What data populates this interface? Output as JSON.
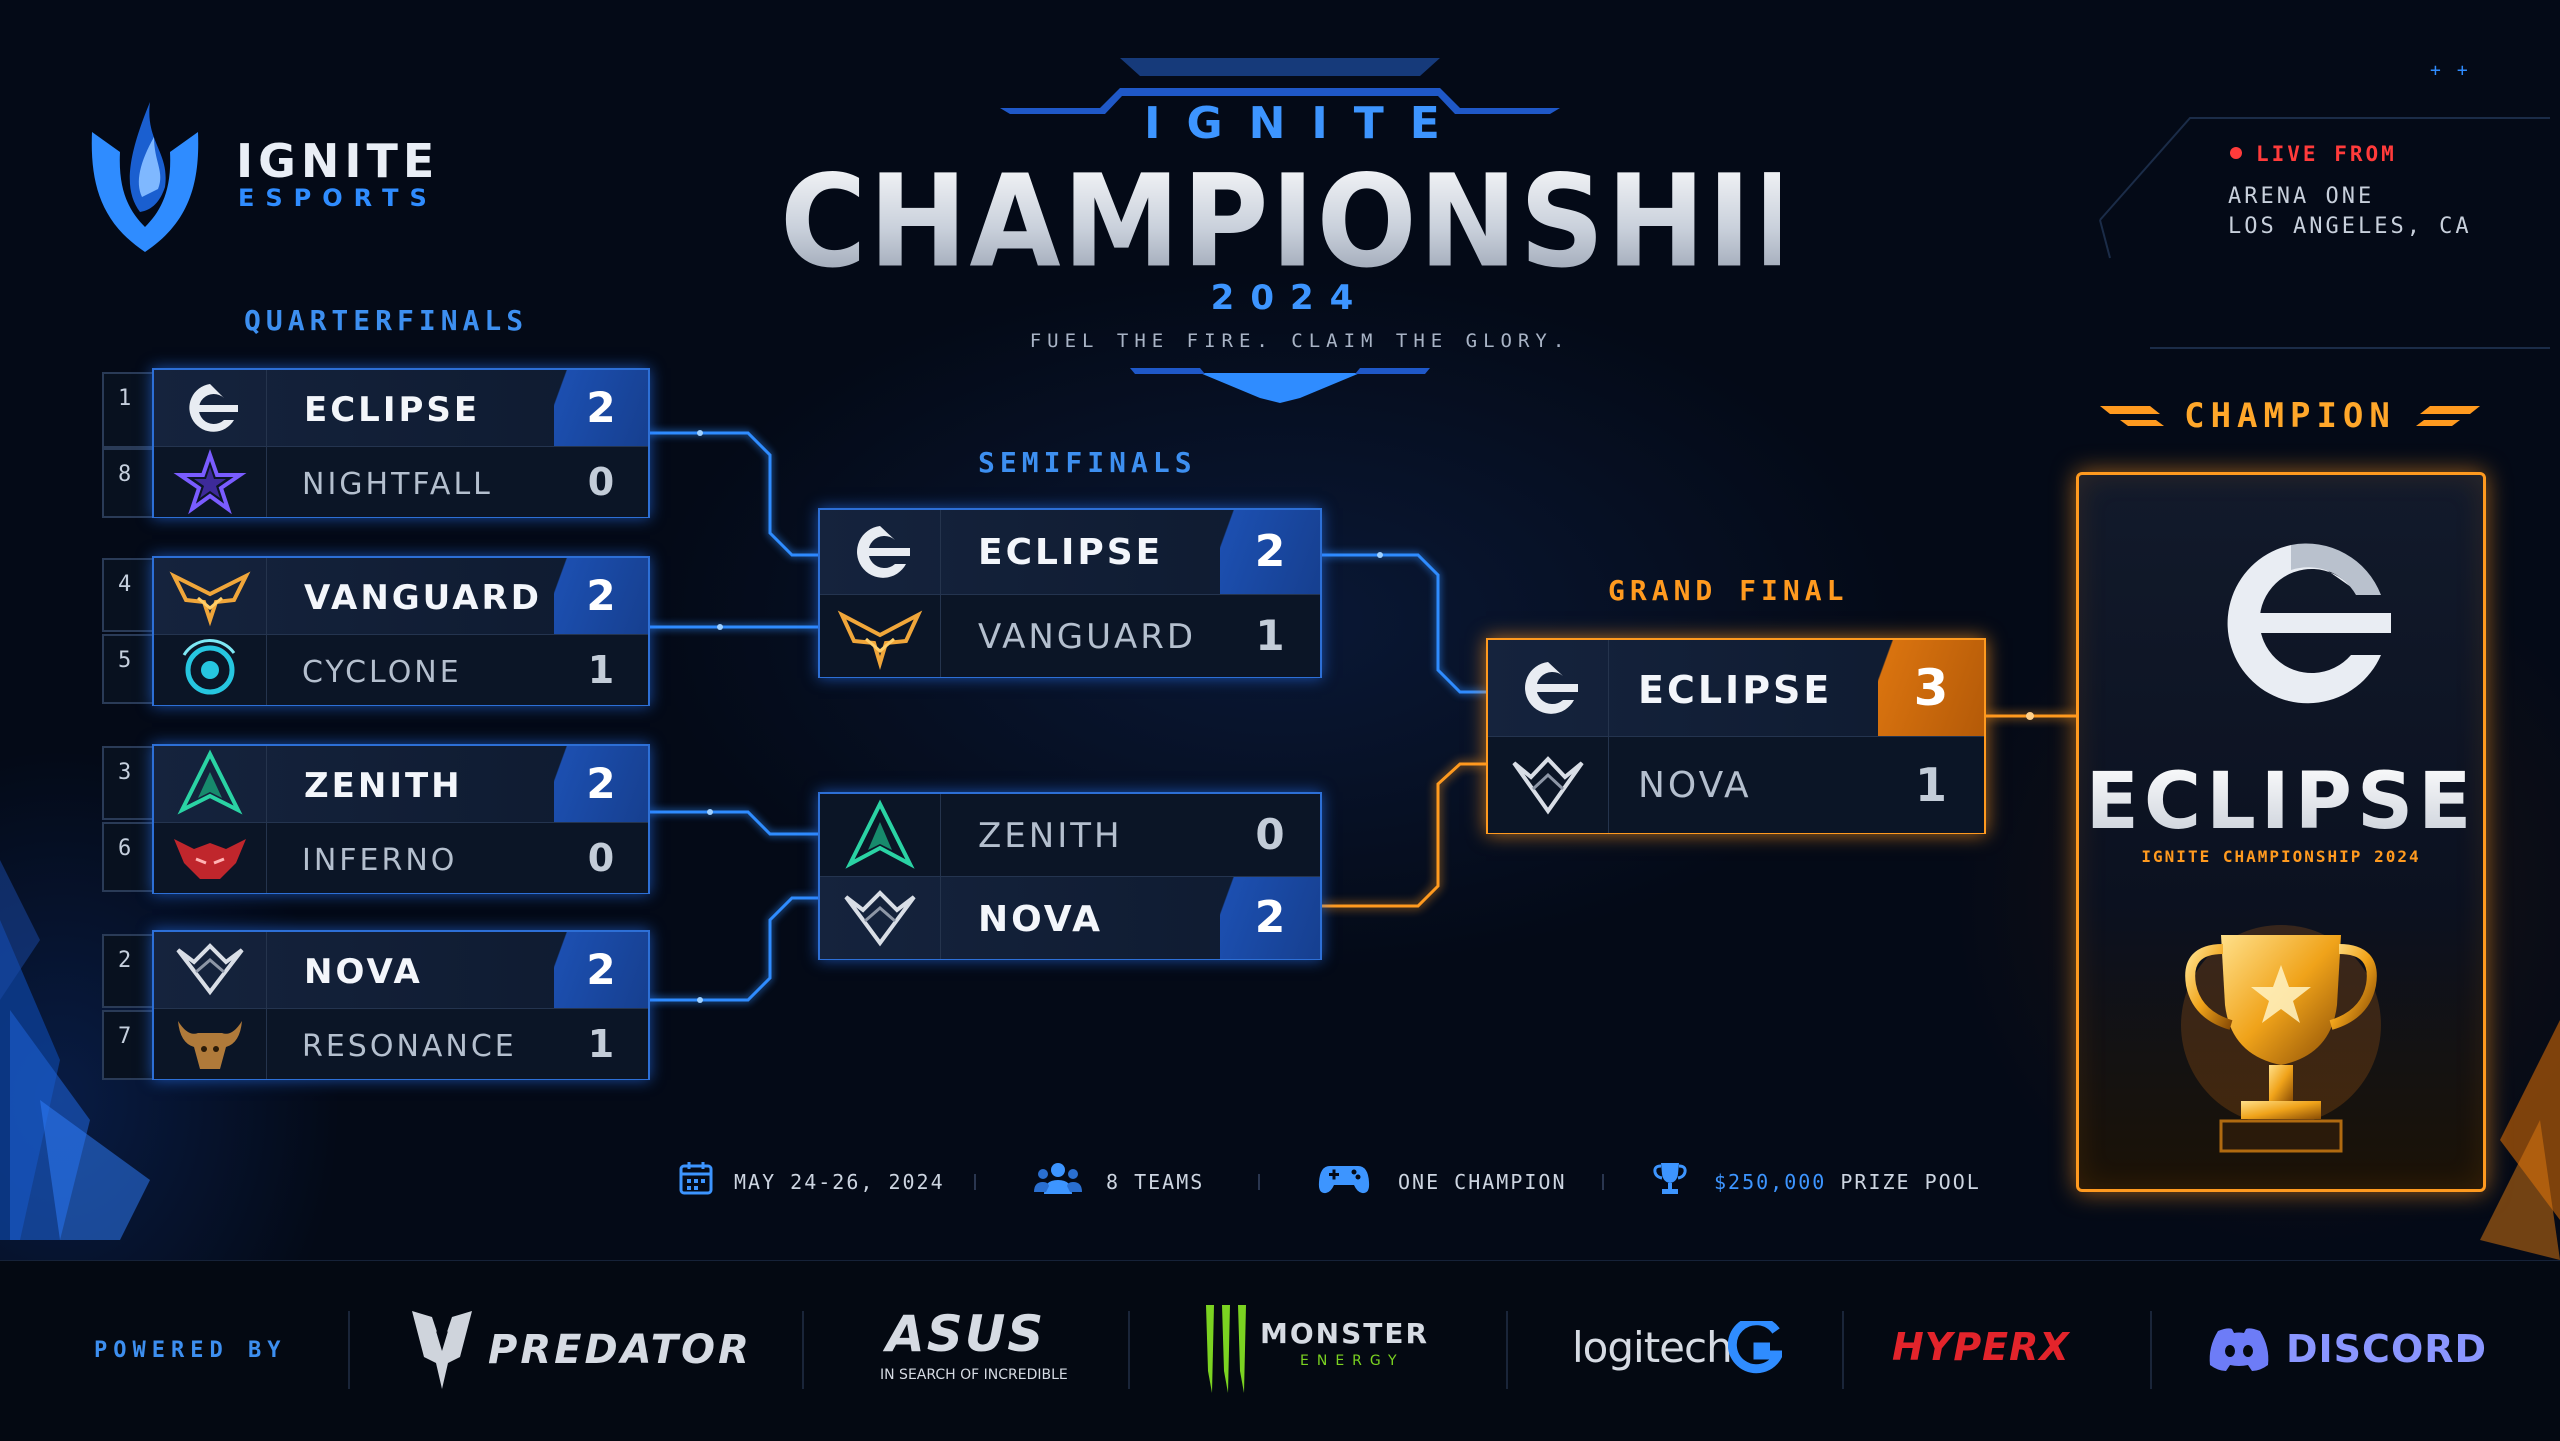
{
  "brand": {
    "name": "IGNITE",
    "sub": "ESPORTS"
  },
  "title": {
    "top": "IGNITE",
    "main": "CHAMPIONSHIP",
    "year": "2024",
    "tagline": "FUEL THE FIRE. CLAIM THE GLORY."
  },
  "live": {
    "label": "LIVE FROM",
    "line1": "ARENA ONE",
    "line2": "LOS ANGELES, CA"
  },
  "rounds": {
    "quarterfinals": "QUARTERFINALS",
    "semifinals": "SEMIFINALS",
    "grand_final": "GRAND FINAL",
    "champion": "CHAMPION"
  },
  "quarterfinals": [
    {
      "top": {
        "seed": "1",
        "team": "ECLIPSE",
        "score": "2",
        "icon": "eclipse-logo-icon"
      },
      "bottom": {
        "seed": "8",
        "team": "NIGHTFALL",
        "score": "0",
        "icon": "nightfall-star-icon"
      }
    },
    {
      "top": {
        "seed": "4",
        "team": "VANGUARD",
        "score": "2",
        "icon": "vanguard-wings-icon"
      },
      "bottom": {
        "seed": "5",
        "team": "CYCLONE",
        "score": "1",
        "icon": "cyclone-ring-icon"
      }
    },
    {
      "top": {
        "seed": "3",
        "team": "ZENITH",
        "score": "2",
        "icon": "zenith-arrow-icon"
      },
      "bottom": {
        "seed": "6",
        "team": "INFERNO",
        "score": "0",
        "icon": "inferno-demon-icon"
      }
    },
    {
      "top": {
        "seed": "2",
        "team": "NOVA",
        "score": "2",
        "icon": "nova-crown-icon"
      },
      "bottom": {
        "seed": "7",
        "team": "RESONANCE",
        "score": "1",
        "icon": "resonance-bull-icon"
      }
    }
  ],
  "semifinals": [
    {
      "top": {
        "team": "ECLIPSE",
        "score": "2"
      },
      "bottom": {
        "team": "VANGUARD",
        "score": "1"
      }
    },
    {
      "top": {
        "team": "ZENITH",
        "score": "0"
      },
      "bottom": {
        "team": "NOVA",
        "score": "2"
      }
    }
  ],
  "grand_final": {
    "top": {
      "team": "ECLIPSE",
      "score": "3"
    },
    "bottom": {
      "team": "NOVA",
      "score": "1"
    }
  },
  "champion": {
    "team": "ECLIPSE",
    "subtitle": "IGNITE CHAMPIONSHIP 2024"
  },
  "info": {
    "dates": "MAY 24-26, 2024",
    "teams": "8 TEAMS",
    "champion": "ONE CHAMPION",
    "prize_amount": "$250,000",
    "prize_label": "PRIZE POOL"
  },
  "footer": {
    "powered_by": "POWERED BY",
    "sponsors": {
      "predator": "PREDATOR",
      "asus": "ASUS",
      "asus_tag": "IN SEARCH OF INCREDIBLE",
      "monster": "MONSTER",
      "monster_tag": "ENERGY",
      "logitech": "logitech",
      "hyperx": "HYPERX",
      "discord": "DISCORD"
    }
  },
  "colors": {
    "accent_blue": "#2f8cff",
    "accent_gold": "#ff9a1f",
    "live_red": "#ff3b3b",
    "bg": "#040a17"
  }
}
